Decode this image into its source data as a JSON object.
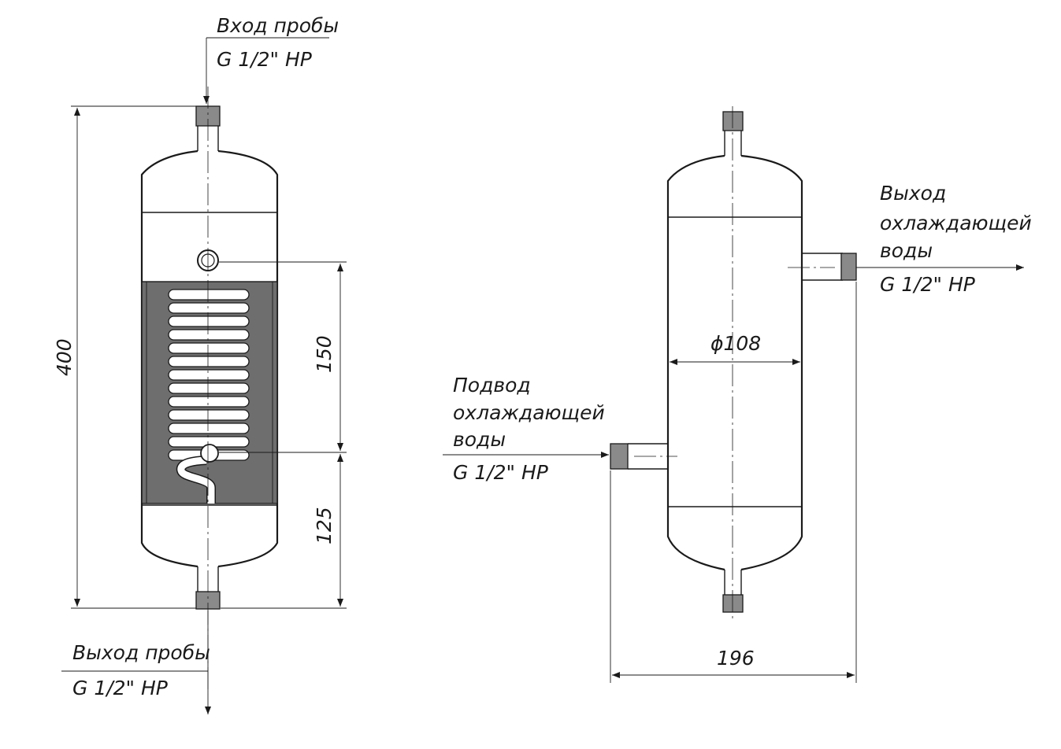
{
  "left_view": {
    "inlet": {
      "title": "Вход пробы",
      "thread": "G 1/2\" НР"
    },
    "outlet": {
      "title": "Выход пробы",
      "thread": "G 1/2\" НР"
    },
    "dims": {
      "overall_height": "400",
      "coil_height": "150",
      "bottom_offset": "125"
    }
  },
  "right_view": {
    "cooling_out": {
      "line1": "Выход",
      "line2": "охлаждающей",
      "line3": "воды",
      "thread": "G 1/2\" НР"
    },
    "cooling_in": {
      "line1": "Подвод",
      "line2": "охлаждающей",
      "line3": "воды",
      "thread": "G 1/2\" НР"
    },
    "dims": {
      "diameter": "ϕ108",
      "width": "196"
    }
  },
  "colors": {
    "line": "#1a1a1a",
    "section_fill": "#6e6e6e",
    "thread_fill": "#8a8a8a",
    "coil_fill": "#ffffff"
  }
}
